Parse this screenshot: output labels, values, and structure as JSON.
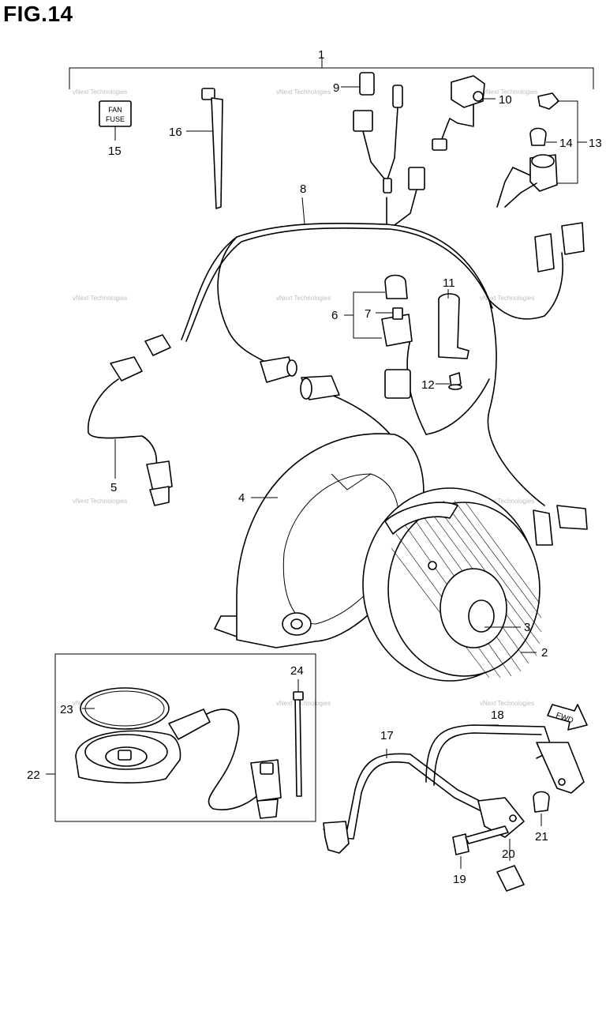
{
  "figure": {
    "title": "FIG.14"
  },
  "fuse_label": {
    "line1": "FAN",
    "line2": "FUSE"
  },
  "fwd_label": "FWD",
  "watermark": "vNext Technologies",
  "callouts": {
    "c1": "1",
    "c2": "2",
    "c3": "3",
    "c4": "4",
    "c5": "5",
    "c6": "6",
    "c7": "7",
    "c8": "8",
    "c9": "9",
    "c10": "10",
    "c11": "11",
    "c12": "12",
    "c13": "13",
    "c14": "14",
    "c15": "15",
    "c16": "16",
    "c17": "17",
    "c18": "18",
    "c19": "19",
    "c20": "20",
    "c21": "21",
    "c22": "22",
    "c23": "23",
    "c24": "24"
  }
}
